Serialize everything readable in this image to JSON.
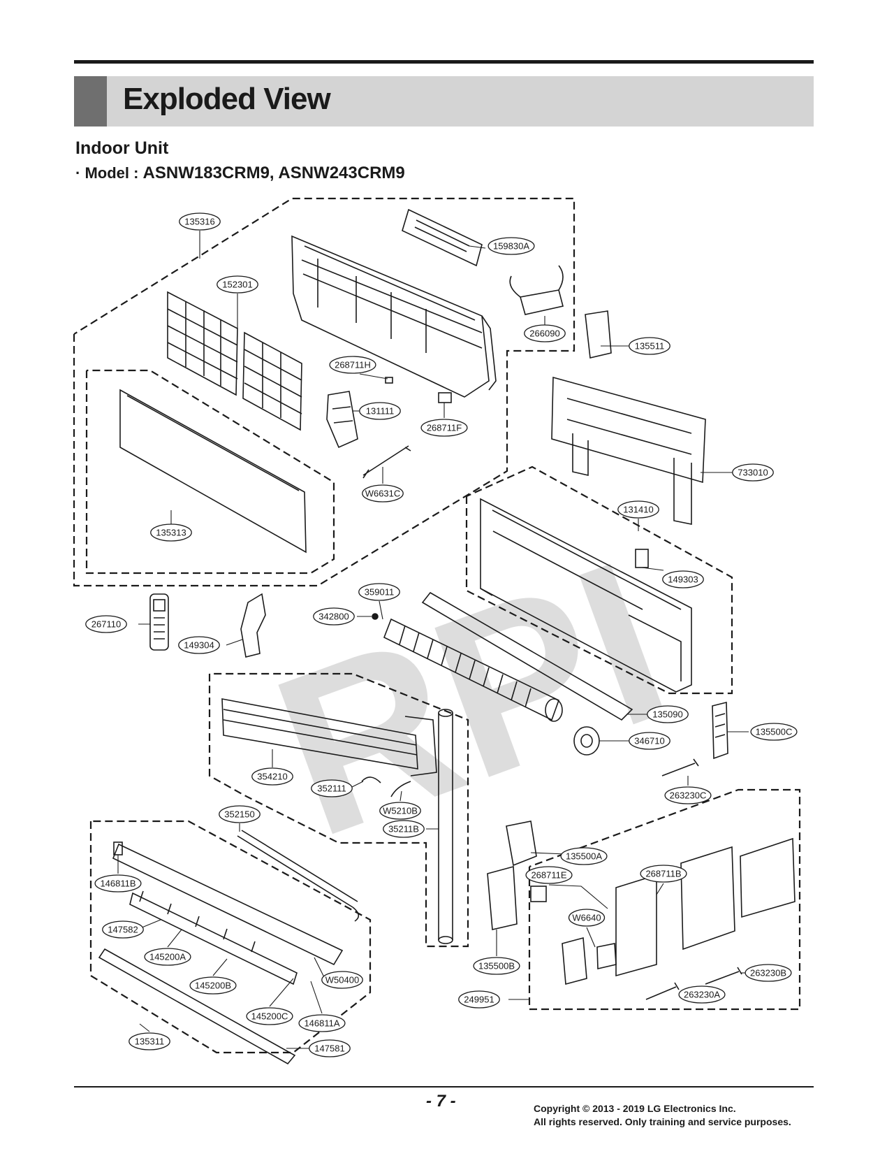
{
  "header": {
    "title": "Exploded View",
    "subtitle": "Indoor Unit",
    "model_prefix": "· Model : ",
    "model_names": "ASNW183CRM9, ASNW243CRM9"
  },
  "watermark": "RPI",
  "parts": [
    {
      "id": "135316",
      "label": "135316"
    },
    {
      "id": "159830A",
      "label": "159830A"
    },
    {
      "id": "152301",
      "label": "152301"
    },
    {
      "id": "266090",
      "label": "266090"
    },
    {
      "id": "135511",
      "label": "135511"
    },
    {
      "id": "268711H",
      "label": "268711H"
    },
    {
      "id": "131111",
      "label": "131111"
    },
    {
      "id": "268711F",
      "label": "268711F"
    },
    {
      "id": "733010",
      "label": "733010"
    },
    {
      "id": "W6631C",
      "label": "W6631C"
    },
    {
      "id": "131410",
      "label": "131410"
    },
    {
      "id": "135313",
      "label": "135313"
    },
    {
      "id": "149303",
      "label": "149303"
    },
    {
      "id": "359011",
      "label": "359011"
    },
    {
      "id": "342800",
      "label": "342800"
    },
    {
      "id": "267110",
      "label": "267110"
    },
    {
      "id": "149304",
      "label": "149304"
    },
    {
      "id": "135090",
      "label": "135090"
    },
    {
      "id": "135500C",
      "label": "135500C"
    },
    {
      "id": "346710",
      "label": "346710"
    },
    {
      "id": "354210",
      "label": "354210"
    },
    {
      "id": "352111",
      "label": "352111"
    },
    {
      "id": "263230C",
      "label": "263230C"
    },
    {
      "id": "W5210B",
      "label": "W5210B"
    },
    {
      "id": "352150",
      "label": "352150"
    },
    {
      "id": "35211B",
      "label": "35211B"
    },
    {
      "id": "135500A",
      "label": "135500A"
    },
    {
      "id": "146811B",
      "label": "146811B"
    },
    {
      "id": "268711E",
      "label": "268711E"
    },
    {
      "id": "268711B",
      "label": "268711B"
    },
    {
      "id": "W6640",
      "label": "W6640"
    },
    {
      "id": "147582",
      "label": "147582"
    },
    {
      "id": "145200A",
      "label": "145200A"
    },
    {
      "id": "145200B",
      "label": "145200B"
    },
    {
      "id": "W50400",
      "label": "W50400"
    },
    {
      "id": "135500B",
      "label": "135500B"
    },
    {
      "id": "263230B",
      "label": "263230B"
    },
    {
      "id": "145200C",
      "label": "145200C"
    },
    {
      "id": "146811A",
      "label": "146811A"
    },
    {
      "id": "263230A",
      "label": "263230A"
    },
    {
      "id": "249951",
      "label": "249951"
    },
    {
      "id": "135311",
      "label": "135311"
    },
    {
      "id": "147581",
      "label": "147581"
    }
  ],
  "footer": {
    "page_number": "- 7 -",
    "copyright_line1": "Copyright © 2013 - 2019 LG Electronics Inc.",
    "copyright_line2": "All rights reserved. Only training and service purposes."
  }
}
